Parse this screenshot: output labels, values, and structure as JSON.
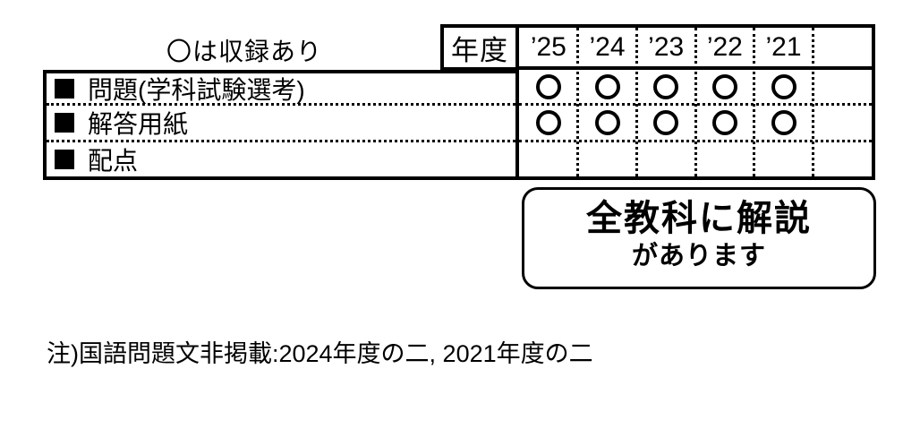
{
  "caption": "〇は収録あり",
  "table": {
    "year_header_label": "年度",
    "years": [
      "’25",
      "’24",
      "’23",
      "’22",
      "’21",
      ""
    ],
    "rows": [
      {
        "label": "問題(学科試験選考)",
        "marks": [
          true,
          true,
          true,
          true,
          true,
          false
        ]
      },
      {
        "label": "解答用紙",
        "marks": [
          true,
          true,
          true,
          true,
          true,
          false
        ]
      },
      {
        "label": "配点",
        "marks": [
          false,
          false,
          false,
          false,
          false,
          false
        ]
      }
    ]
  },
  "callout": {
    "line1": "全教科に解説",
    "line2": "があります"
  },
  "note": "注)国語問題文非掲載:2024年度の二, 2021年度の二",
  "icons": {
    "row_bullet": "black-square-icon",
    "mark": "circle-outline-mark"
  },
  "colors": {
    "ink": "#000000",
    "paper": "#ffffff"
  }
}
